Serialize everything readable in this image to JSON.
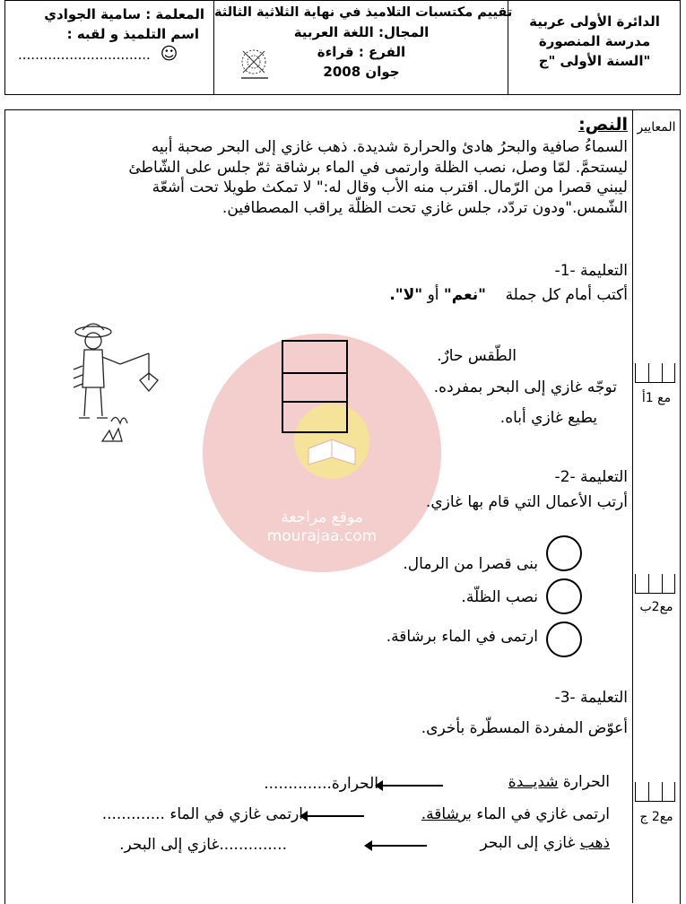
{
  "header": {
    "right": [
      "الدائرة الأولى عربية",
      "مدرسة المنصورة",
      "السنة الأولى \"ج\""
    ],
    "middle": [
      "تقييم مكتسبات التلاميذ في نهاية الثلاثية الثالثة",
      "المجال: اللغة العربية",
      "الفرع : قراءة",
      "جوان 2008"
    ],
    "left": [
      "المعلمة : سامية الجوادي",
      "اسم التلميذ و لقبه :",
      "..............................."
    ],
    "smiley": "☺"
  },
  "criteria_header": "المعايير",
  "criteria": [
    "مع 1أ",
    "مع2ب",
    "مع2 ج"
  ],
  "text_title": "النص:",
  "text_lines": [
    "السماءُ صافية والبحرُ هادئ والحرارة شديدة. ذهب غازي إلى البحر صحبة أبيه",
    "ليستحمَّ. لمّا وصل، نصب الظلة وارتمى في الماء برشاقة ثمّ جلس على الشّاطئ",
    "ليبني قصرا من الرّمال. اقترب منه الأب وقال له:\" لا تمكث طويلا تحت أشعّة",
    "الشّمس.\"ودون تردّد، جلس غازي تحت الظلّة يراقب المصطافين."
  ],
  "instruction1": {
    "title": "التعليمة -1-",
    "prompt_prefix": "أكتب أمام كل جملة",
    "yes": "\"نعم\"",
    "or": "أو",
    "no": "\"لا\".",
    "items": [
      "الطّقس حارٌ.",
      "توجّه غازي إلى البحر بمفرده.",
      "يطيع غازي أباه."
    ]
  },
  "instruction2": {
    "title": "التعليمة -2-",
    "prompt": "أرتب الأعمال التي قام بها غازي.",
    "items": [
      "بنى قصرا من الرمال.",
      "نصب الظلّة.",
      "ارتمى في الماء برشاقة."
    ]
  },
  "instruction3": {
    "title": "التعليمة -3-",
    "prompt": "أعوّض المفردة المسطّرة بأخرى.",
    "rows": [
      {
        "before": "الحرارة ",
        "underlined": "شديــدة",
        "after": "",
        "result": "الحرارة.............."
      },
      {
        "before": "ارتمى غازي في الماء ",
        "underlined": "برشاقة.",
        "after": "",
        "result": "ارتمى غازي في الماء ............."
      },
      {
        "before": "",
        "underlined": "ذهب",
        "after": " غازي إلى البحر",
        "result": "..............غازي إلى البحر."
      }
    ]
  },
  "watermark": {
    "arabic": "موقع مراجعة",
    "latin": "mourajaa.com"
  }
}
